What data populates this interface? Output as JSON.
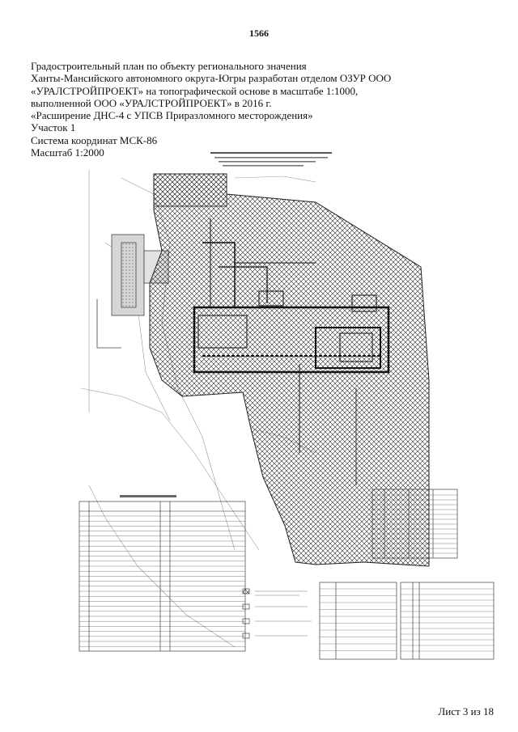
{
  "page": {
    "number": "1566",
    "sheet": "Лист 3 из 18"
  },
  "header": {
    "lines": [
      "Градостроительный план по объекту регионального значения",
      "Ханты-Мансийского автономного округа-Югры разработан отделом ОЗУР ООО",
      "«УРАЛСТРОЙПРОЕКТ» на топографической основе в масштабе 1:1000,",
      "выполненной ООО «УРАЛСТРОЙПРОЕКТ» в 2016 г.",
      "«Расширение ДНС-4 с УПСВ Приразломного месторождения»",
      "Участок 1",
      "Система координат МСК-86",
      "Масштаб 1:2000"
    ]
  },
  "colors": {
    "ink": "#111111",
    "hatch": "#222222",
    "paper": "#ffffff",
    "gray": "#8a8a8a"
  }
}
